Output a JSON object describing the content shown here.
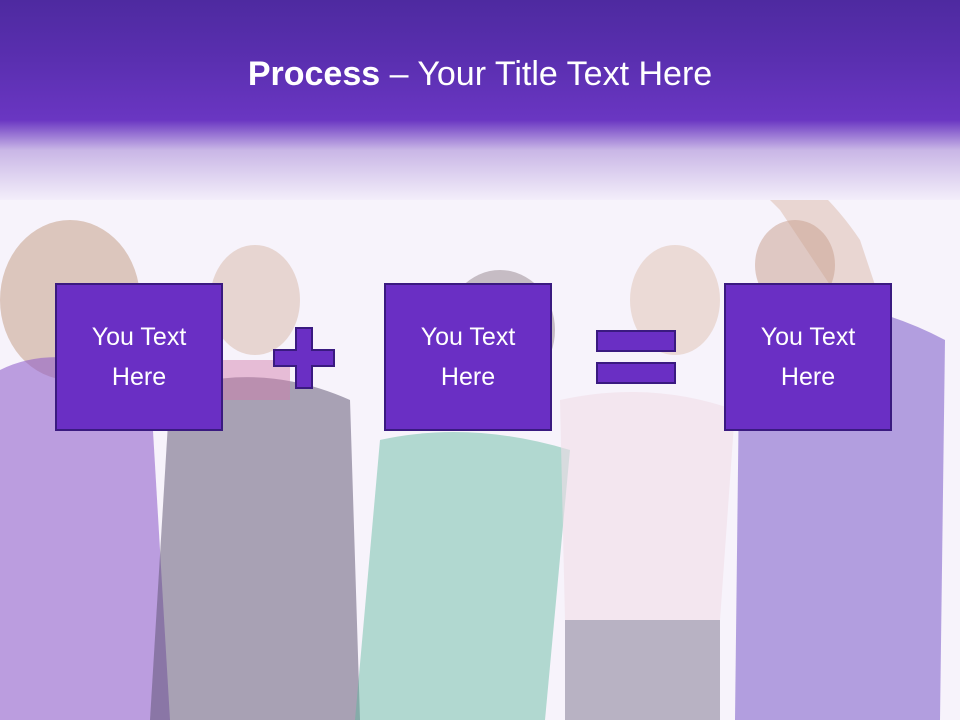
{
  "title": {
    "bold": "Process",
    "rest": " – Your Title Text Here"
  },
  "boxes": [
    {
      "label": "You Text Here"
    },
    {
      "label": "You Text Here"
    },
    {
      "label": "You Text Here"
    }
  ],
  "operators": {
    "first": "plus-icon",
    "second": "equals-icon"
  },
  "colors": {
    "accent": "#6a2fc4",
    "border": "#3a1a80",
    "header": "#5a2fb0"
  }
}
